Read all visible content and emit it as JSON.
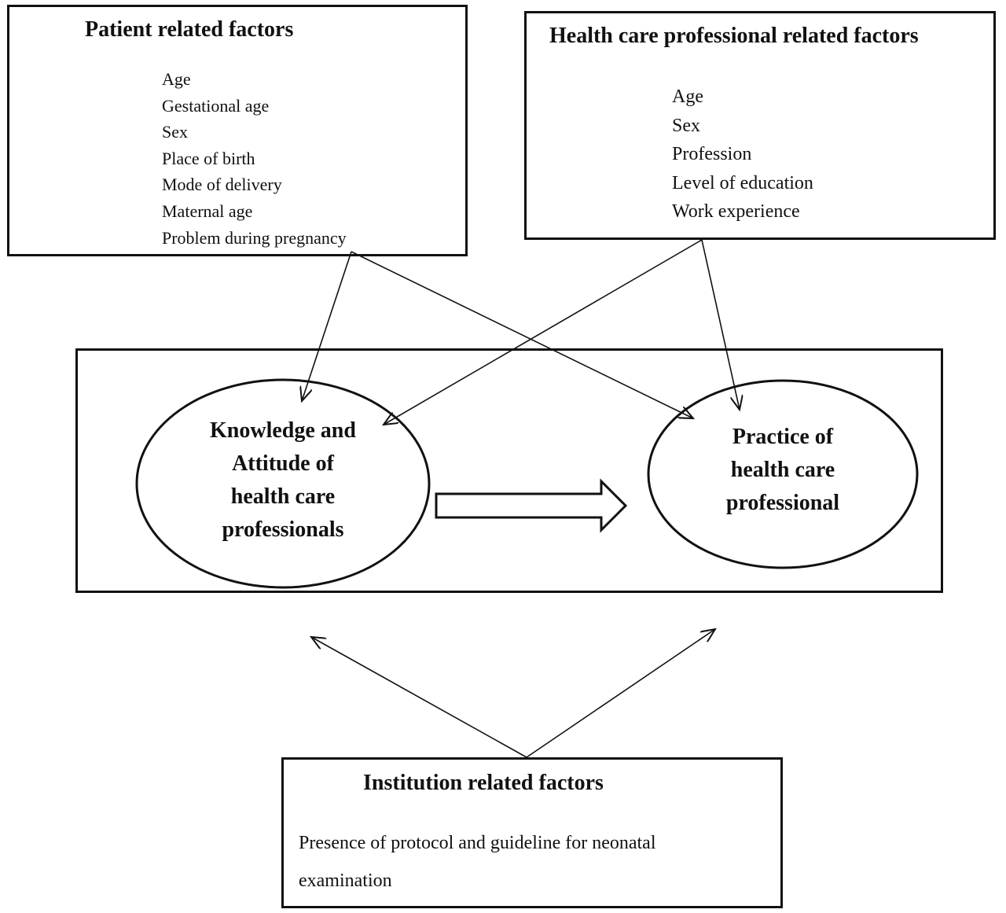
{
  "patient_factors": {
    "title": "Patient related factors",
    "items": [
      "Age",
      "Gestational age",
      "Sex",
      "Place of birth",
      "Mode of delivery",
      "Maternal age",
      "Problem during pregnancy"
    ]
  },
  "hcp_factors": {
    "title": "Health care professional related factors",
    "items": [
      "Age",
      "Sex",
      "Profession",
      "Level of education",
      "Work experience"
    ]
  },
  "knowledge_node": {
    "lines": [
      "Knowledge and",
      "Attitude of",
      "health care",
      "professionals"
    ]
  },
  "practice_node": {
    "lines": [
      "Practice of",
      "health care",
      "professional"
    ]
  },
  "institution_factors": {
    "title": "Institution related factors",
    "text": "Presence of protocol and guideline for neonatal examination"
  }
}
